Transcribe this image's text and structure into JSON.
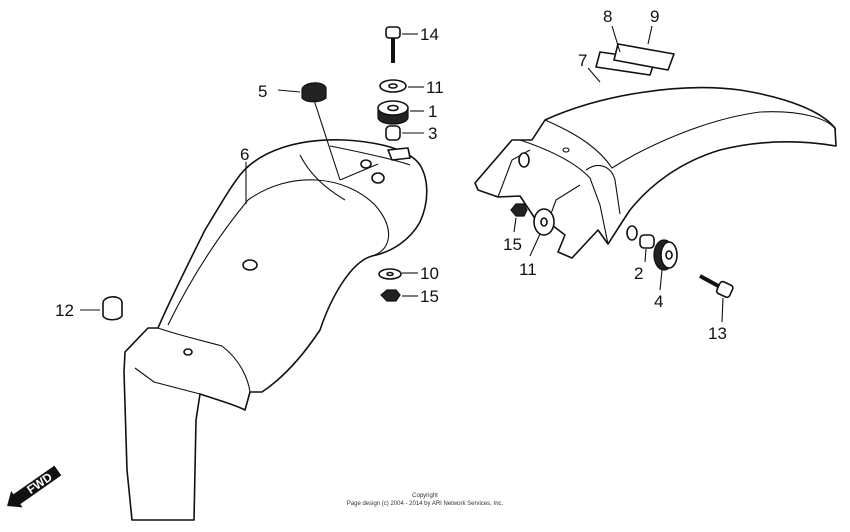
{
  "callouts": {
    "c1": "1",
    "c2": "2",
    "c3": "3",
    "c4": "4",
    "c5": "5",
    "c6": "6",
    "c7": "7",
    "c8": "8",
    "c9": "9",
    "c10": "10",
    "c11a": "11",
    "c11b": "11",
    "c12": "12",
    "c13": "13",
    "c14": "14",
    "c15a": "15",
    "c15b": "15"
  },
  "fwd_label": "FWD",
  "copyright": {
    "line1": "Copyright",
    "line2": "Page design (c) 2004 - 2014 by ARI Network Services, Inc."
  }
}
